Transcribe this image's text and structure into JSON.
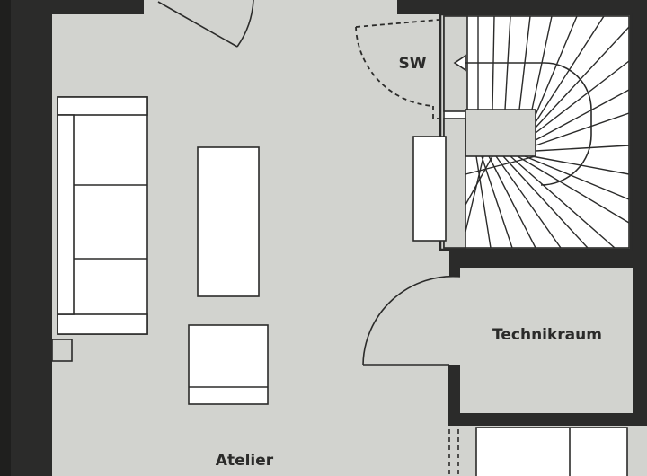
{
  "rooms": {
    "atelier": "Atelier",
    "technikraum": "Technikraum",
    "stair_label": "SW"
  },
  "colors": {
    "wall": "#2b2b2a",
    "floor": "#d2d3cf",
    "furniture": "#ffffff",
    "line": "#2b2b2a"
  }
}
